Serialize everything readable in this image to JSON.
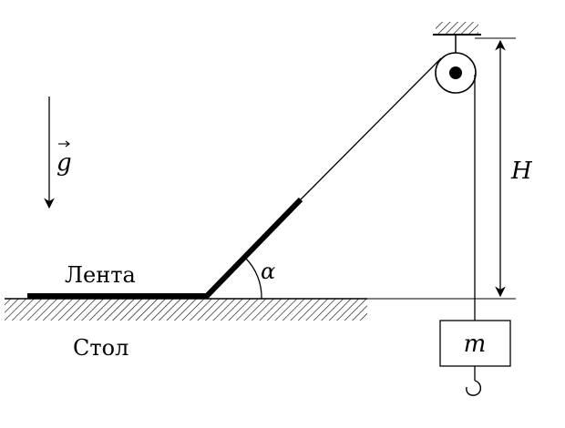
{
  "labels": {
    "gravity": "g",
    "tape": "Лента",
    "table": "Стол",
    "angle": "α",
    "height": "H",
    "mass": "m"
  },
  "colors": {
    "ink": "#000000",
    "background": "#ffffff"
  }
}
